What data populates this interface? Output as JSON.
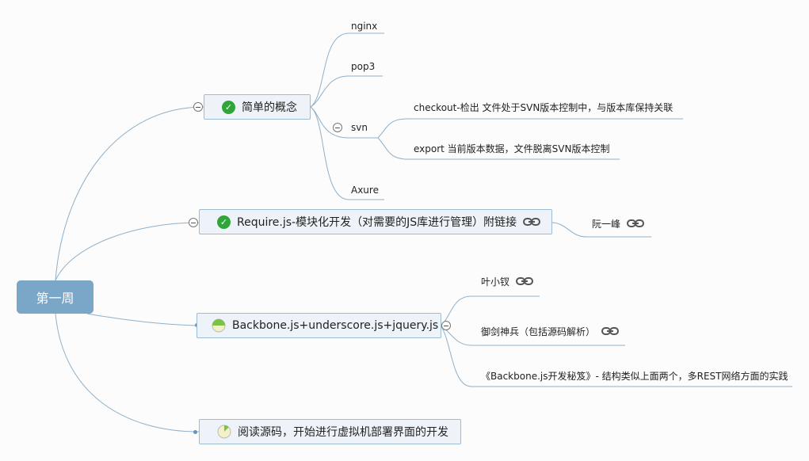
{
  "root": {
    "label": "第一周"
  },
  "topics": [
    {
      "label": "简单的概念",
      "status": "complete",
      "children": [
        {
          "label": "nginx"
        },
        {
          "label": "pop3"
        },
        {
          "label": "svn",
          "children": [
            {
              "label": "checkout-检出  文件处于SVN版本控制中，与版本库保持关联"
            },
            {
              "label": "export  当前版本数据，文件脱离SVN版本控制"
            }
          ]
        },
        {
          "label": "Axure"
        }
      ]
    },
    {
      "label": "Require.js-模块化开发（对需要的JS库进行管理）附链接",
      "status": "complete",
      "has_link": true,
      "children": [
        {
          "label": "阮一峰",
          "has_link": true
        }
      ]
    },
    {
      "label": "Backbone.js+underscore.js+jquery.js",
      "status": "progress",
      "progress": 0.5,
      "children": [
        {
          "label": "叶小钗",
          "has_link": true
        },
        {
          "label": "御剑神兵（包括源码解析）",
          "has_link": true
        },
        {
          "label": "《Backbone.js开发秘笈》- 结构类似上面两个，多REST网络方面的实践"
        }
      ]
    },
    {
      "label": "阅读源码，开始进行虚拟机部署界面的开发",
      "status": "progress",
      "progress": 0.125
    }
  ],
  "colors": {
    "root": "#7aa6c7",
    "topic_bg": "#edf3f8",
    "topic_border": "#9dbbd1",
    "line": "#8fb0c9",
    "check": "#2fa53a",
    "progress": "#7cc243"
  }
}
